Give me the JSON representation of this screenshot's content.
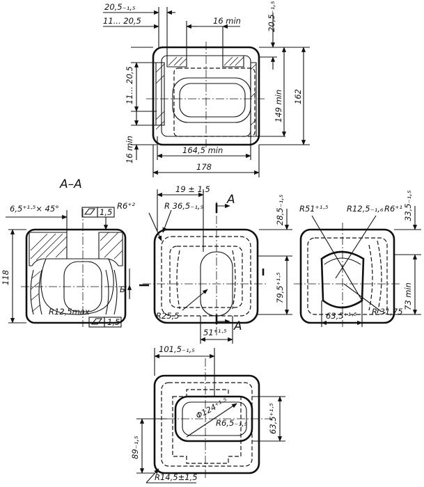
{
  "views": {
    "top": {
      "dims": {
        "d1": "20,5₋₁,₅",
        "d2": "11... 20,5",
        "d3": "16 min",
        "d4": "20,5₋₁,₅",
        "d5": "11... 20,5",
        "d6": "149 min",
        "d7": "162",
        "d8": "16 min",
        "d9": "164,5 min",
        "d10": "178"
      }
    },
    "section": {
      "title": "А–А",
      "dims": {
        "chamfer": "6,5⁺¹·⁵× 45°",
        "flat_top": "1,5",
        "height": "118",
        "radius": "R12,5max",
        "flat_bottom": "1,5",
        "arrow_b": "Б"
      }
    },
    "front": {
      "dims": {
        "r6": "R6⁺²",
        "w19": "19 ± 1,5",
        "r36": "R 36,5₋₁,₅",
        "a_top": "А",
        "d28": "28,5₋₁,₅",
        "d79": "79,5⁺¹·⁵",
        "r25": "R25,5",
        "d51": "51⁺¹·⁵",
        "a_bottom": "А"
      }
    },
    "side": {
      "dims": {
        "r51": "R51⁺¹·⁵",
        "r12": "R12,5₋₁,₆",
        "r6": "R6⁺¹",
        "d33": "33,5₋₁,₅",
        "d73": "73 min",
        "d63": "63,5⁺¹·⁵",
        "r31": "R 31,75"
      }
    },
    "bottom": {
      "dims": {
        "d101": "101,5₋₁,₅",
        "phi": "Φ124⁺¹·⁵",
        "r6": "R6,5₋₁,₅",
        "d63": "63,5⁺¹·⁵",
        "d89": "89₋₁,₅",
        "r14": "R14,5±1,5"
      }
    }
  }
}
